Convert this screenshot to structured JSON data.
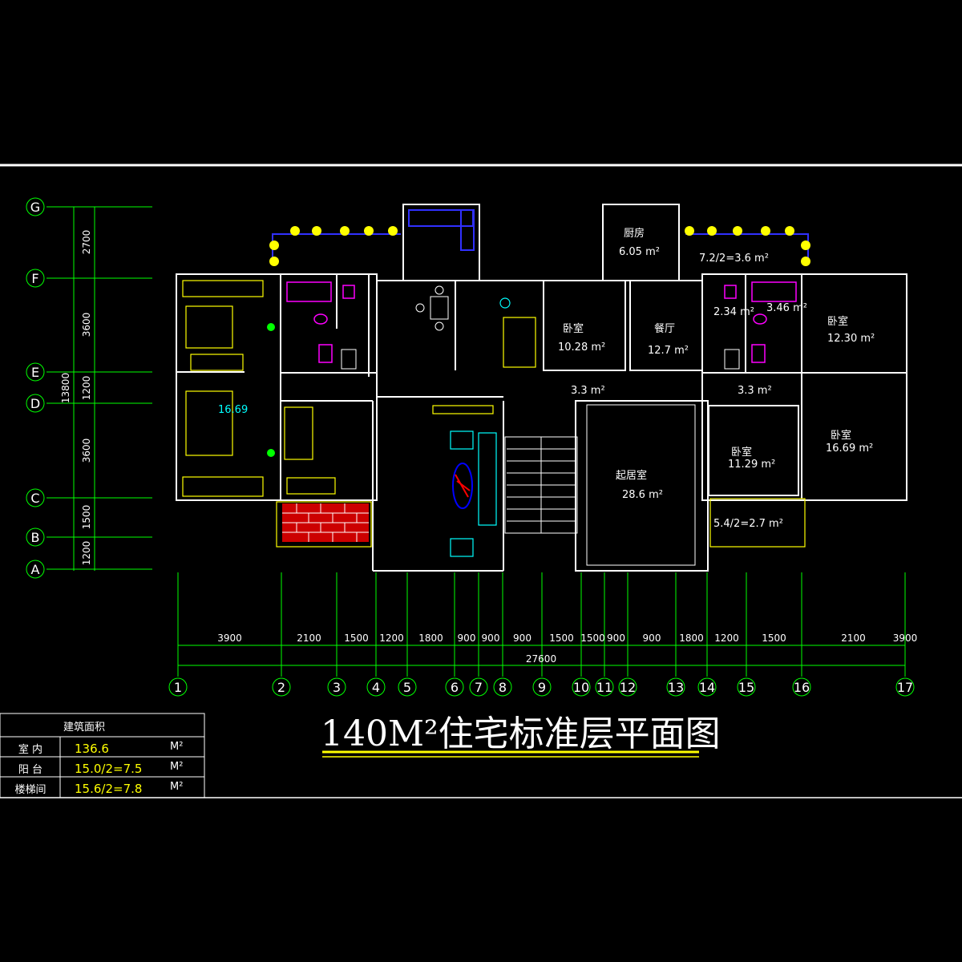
{
  "title": {
    "text": "140M²住宅标准层平面图"
  },
  "area_table": {
    "header": "建筑面积",
    "rows": [
      {
        "label": "室 内",
        "value": "136.6",
        "unit": "M²"
      },
      {
        "label": "阳 台",
        "value": "15.0/2=7.5",
        "unit": "M²"
      },
      {
        "label": "楼梯间",
        "value": "15.6/2=7.8",
        "unit": "M²"
      }
    ]
  },
  "axes_horizontal": [
    "1",
    "2",
    "3",
    "4",
    "5",
    "6",
    "7",
    "8",
    "9",
    "10",
    "11",
    "12",
    "13",
    "14",
    "15",
    "16",
    "17"
  ],
  "axes_vertical": [
    "G",
    "F",
    "E",
    "D",
    "C",
    "B",
    "A"
  ],
  "dims_horizontal": [
    "3900",
    "2100",
    "1500",
    "1200",
    "1800",
    "900",
    "900",
    "900",
    "1500",
    "1500",
    "900",
    "900",
    "1800",
    "1200",
    "1500",
    "2100",
    "3900"
  ],
  "dim_total_horizontal": "27600",
  "dims_vertical": [
    "2700",
    "3600",
    "1200",
    "3600",
    "1500",
    "1200"
  ],
  "dim_total_vertical": "13800",
  "rooms": {
    "kitchen_label": "厨房",
    "kitchen_area": "6.05 m²",
    "balcony_top": "7.2/2=3.6 m²",
    "bed_a_label": "卧室",
    "bed_a_area": "10.28 m²",
    "dining_label": "餐厅",
    "dining_area": "12.7 m²",
    "bath_a": "2.34 m²",
    "bath_b": "3.46 m²",
    "bed_b_label": "卧室",
    "bed_b_area": "12.30 m²",
    "hall_a": "3.3 m²",
    "hall_b": "3.3 m²",
    "living_label": "起居室",
    "living_area": "28.6 m²",
    "bed_c_label": "卧室",
    "bed_c_area": "11.29 m²",
    "bed_d_label": "卧室",
    "bed_d_area": "16.69 m²",
    "balcony_bottom": "5.4/2=2.7 m²",
    "left_area": "16.69"
  }
}
